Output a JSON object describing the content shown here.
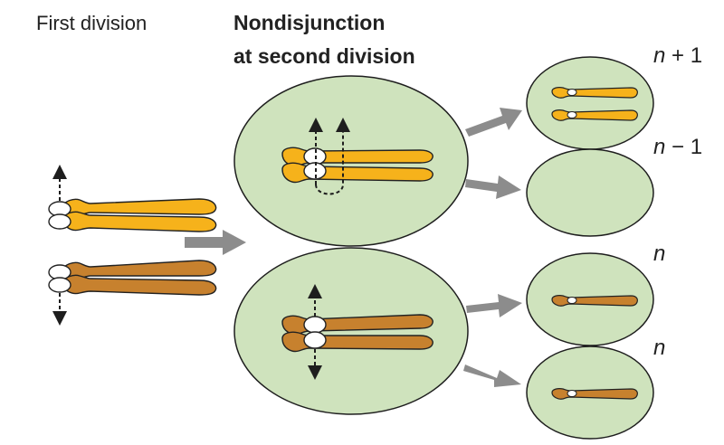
{
  "labels": {
    "first_division": "First division",
    "nondisjunction_line1": "Nondisjunction",
    "nondisjunction_line2": "at second division"
  },
  "ploidy": [
    {
      "var": "n",
      "suffix": " + 1"
    },
    {
      "var": "n",
      "suffix": " − 1"
    },
    {
      "var": "n",
      "suffix": ""
    },
    {
      "var": "n",
      "suffix": ""
    }
  ],
  "colors": {
    "cell_fill": "#cfe3bd",
    "cell_stroke": "#1e1e1e",
    "chromosome_yellow": "#f6b21b",
    "chromosome_brown": "#c7812e",
    "centromere": "#ffffff",
    "arrow_gray": "#8c8c8c",
    "text": "#222222"
  }
}
